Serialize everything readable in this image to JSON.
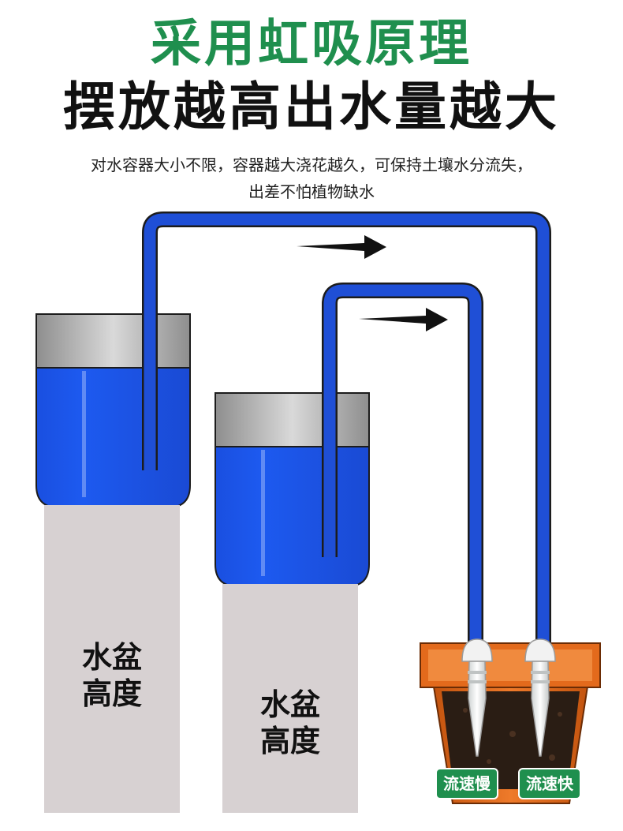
{
  "headline": {
    "line1": "采用虹吸原理",
    "line2": "摆放越高出水量越大"
  },
  "description": {
    "line1": "对水容器大小不限，容器越大浇花越久，可保持土壤水分流失，",
    "line2": "出差不怕植物缺水"
  },
  "pillars": {
    "left_label": "水盆\n高度",
    "right_label": "水盆\n高度"
  },
  "flow_tags": {
    "slow": "流速慢",
    "fast": "流速快"
  },
  "colors": {
    "title_green": "#1f8f4e",
    "water_blue": "#1a4fe0",
    "tube_blue": "#1f4fd6",
    "pot_orange": "#e36a1c",
    "pillar_gray": "#d7d1d2"
  }
}
